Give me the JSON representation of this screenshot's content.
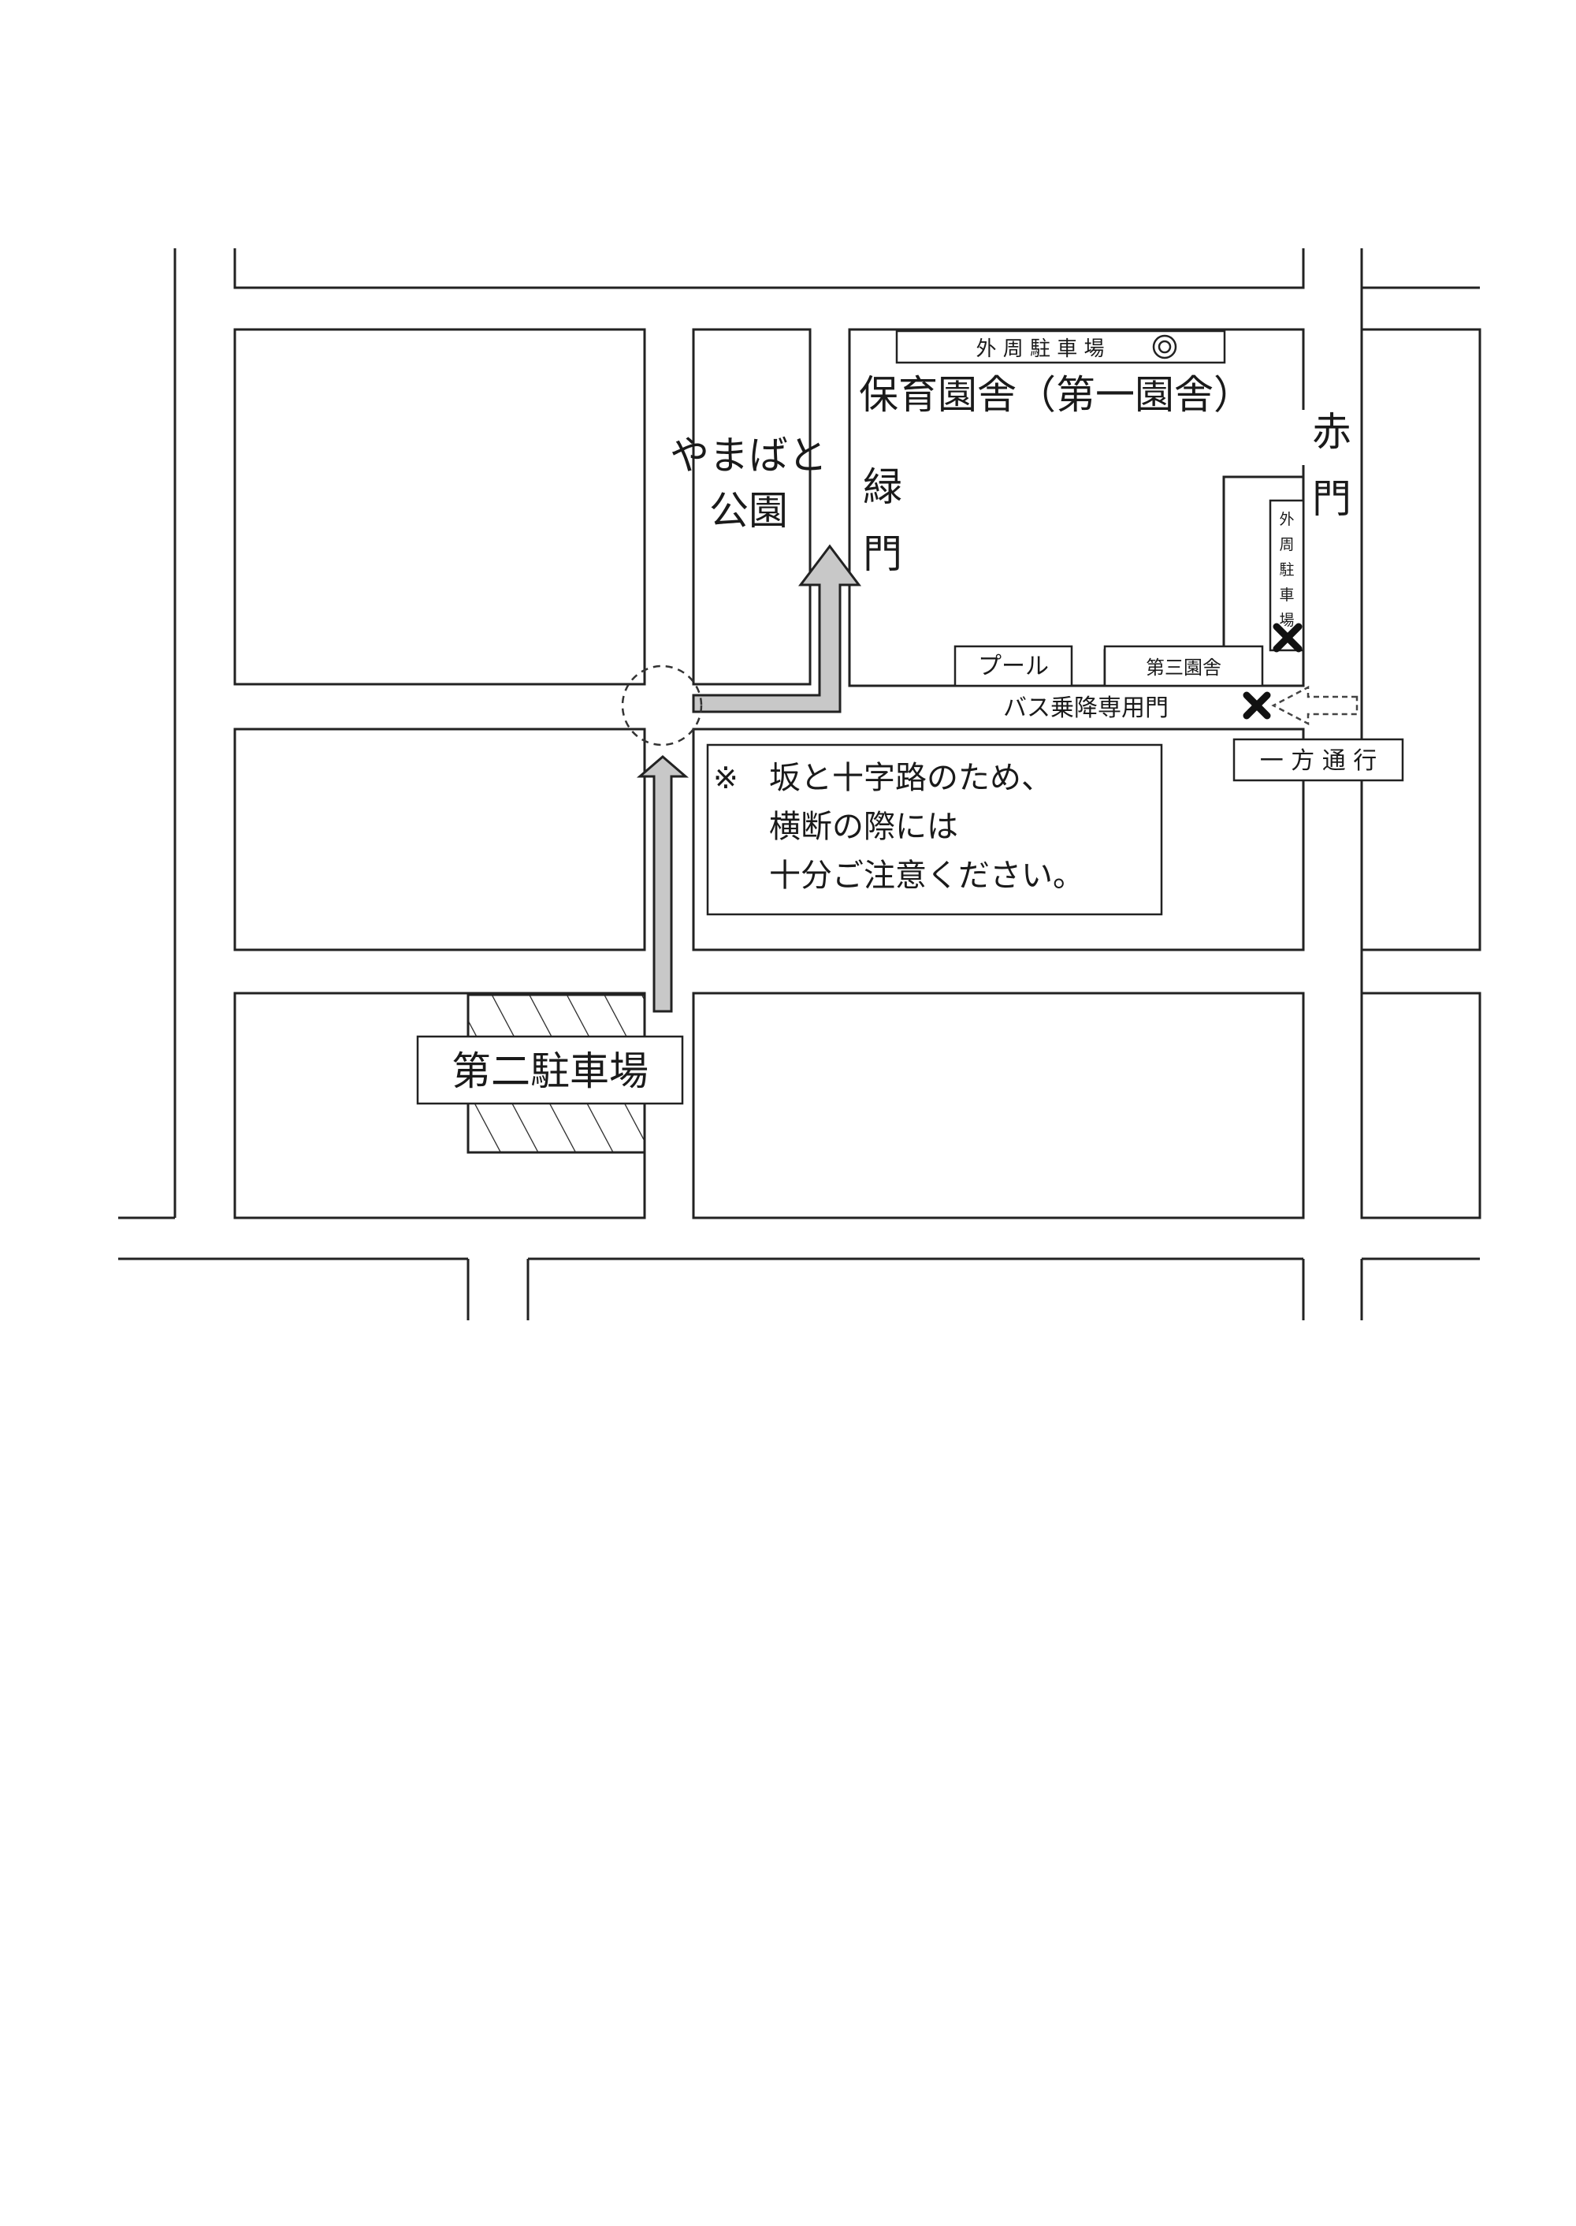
{
  "labels": {
    "outer_parking_top": "外 周 駐 車 場",
    "nursery_main": "保育園舎（第一園舎）",
    "park_line1": "やまばと",
    "park_line2": "公園",
    "green_gate_1": "緑",
    "green_gate_2": "門",
    "red_gate_1": "赤",
    "red_gate_2": "門",
    "outer_parking_side": [
      "外",
      "周",
      "駐",
      "車",
      "場"
    ],
    "pool": "プール",
    "third_building": "第三園舎",
    "bus_gate": "バス乗降専用門",
    "one_way": "一 方 通 行",
    "second_parking": "第二駐車場",
    "notice_mark": "※",
    "notice_line1": "坂と十字路のため、",
    "notice_line2": "横断の際には",
    "notice_line3": "十分ご注意ください。"
  },
  "icons": {
    "parking_symbol": "double-circle",
    "closed_marker": "x-mark"
  },
  "colors": {
    "route_arrow_fill": "#c8c8c8",
    "line": "#222222"
  }
}
